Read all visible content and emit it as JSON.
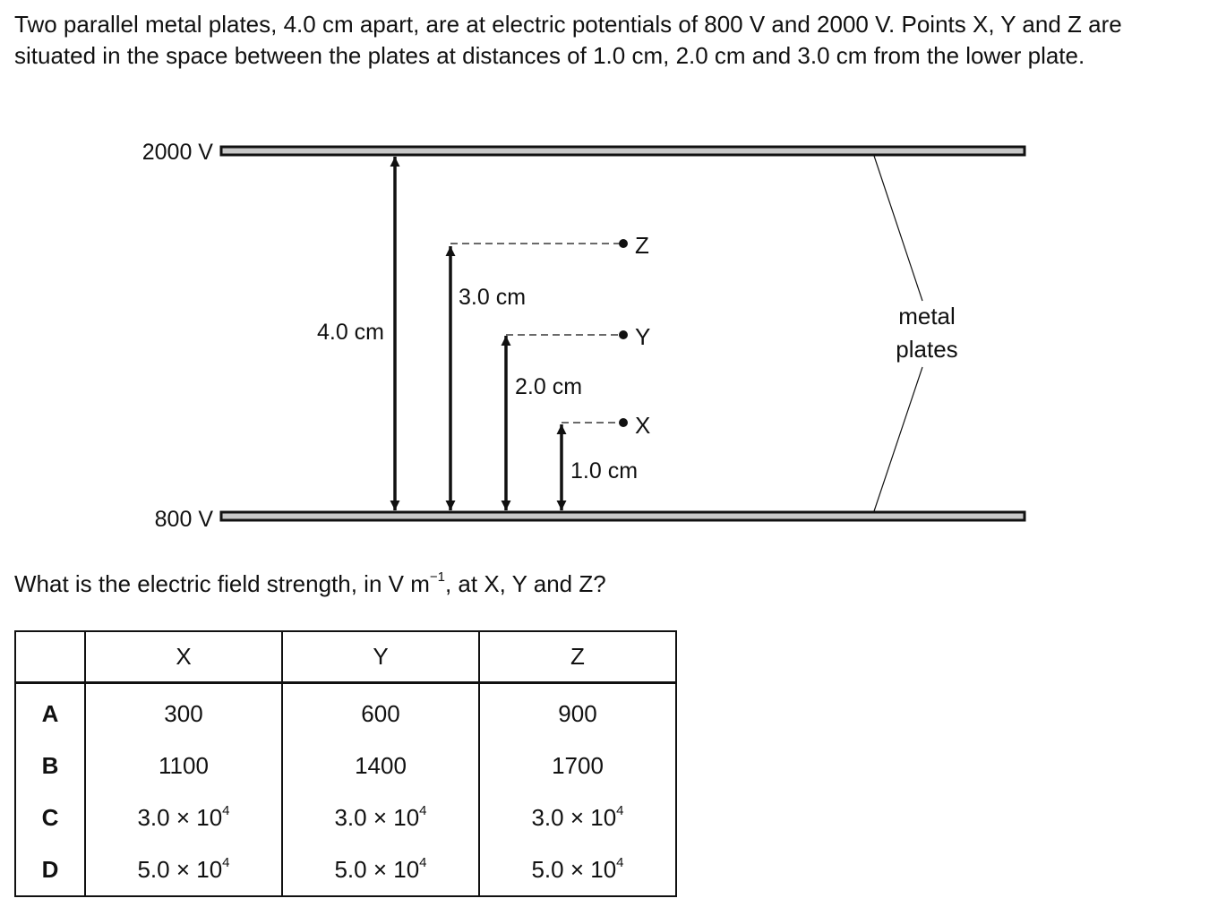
{
  "intro": "Two parallel metal plates, 4.0 cm apart, are at electric potentials of 800 V and 2000 V. Points X, Y and Z are situated in the space between the plates at distances of 1.0 cm, 2.0 cm and 3.0 cm from the lower plate.",
  "diagram": {
    "upper_plate_label": "2000 V",
    "lower_plate_label": "800 V",
    "separation_label": "4.0 cm",
    "distance_z_label": "3.0 cm",
    "distance_y_label": "2.0 cm",
    "distance_x_label": "1.0 cm",
    "point_z": "Z",
    "point_y": "Y",
    "point_x": "X",
    "plates_label_line1": "metal",
    "plates_label_line2": "plates"
  },
  "question": {
    "prefix": "What is the electric field strength, in V m",
    "exponent": "−1",
    "suffix": ", at X, Y and Z?"
  },
  "table": {
    "headers": [
      "",
      "X",
      "Y",
      "Z"
    ],
    "rows": [
      {
        "letter": "A",
        "x": "300",
        "y": "600",
        "z": "900"
      },
      {
        "letter": "B",
        "x": "1100",
        "y": "1400",
        "z": "1700"
      },
      {
        "letter": "C",
        "x_base": "3.0 × 10",
        "x_exp": "4",
        "y_base": "3.0 × 10",
        "y_exp": "4",
        "z_base": "3.0 × 10",
        "z_exp": "4"
      },
      {
        "letter": "D",
        "x_base": "5.0 × 10",
        "x_exp": "4",
        "y_base": "5.0 × 10",
        "y_exp": "4",
        "z_base": "5.0 × 10",
        "z_exp": "4"
      }
    ]
  }
}
